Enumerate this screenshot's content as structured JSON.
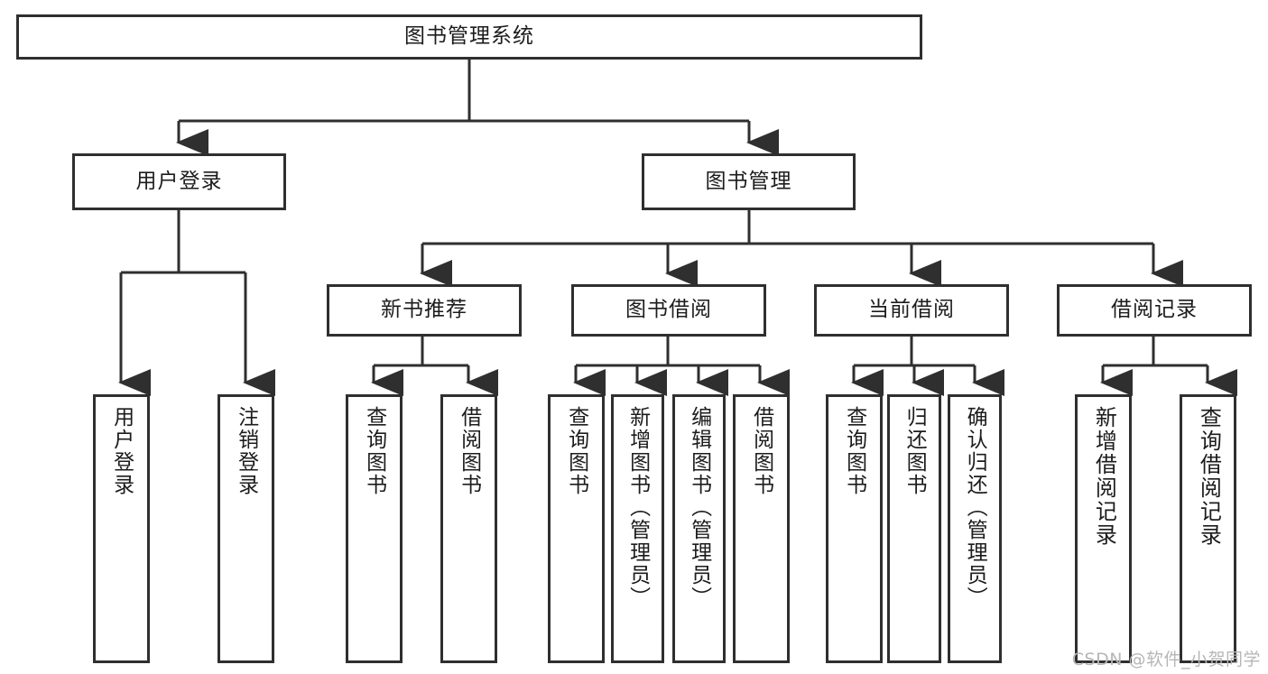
{
  "diagram": {
    "title": "图书管理系统",
    "type": "tree-hierarchy",
    "watermark": "CSDN @软件_小贺同学",
    "colors": {
      "stroke": "#2f2f2f",
      "fill": "#ffffff",
      "text": "#1c1c1c",
      "watermark": "#b6b6b6"
    },
    "root": {
      "label": "图书管理系统"
    },
    "level2": [
      {
        "label": "用户登录"
      },
      {
        "label": "图书管理"
      }
    ],
    "level3": [
      {
        "label": "新书推荐"
      },
      {
        "label": "图书借阅"
      },
      {
        "label": "当前借阅"
      },
      {
        "label": "借阅记录"
      }
    ],
    "leaves": {
      "user_login": [
        {
          "label": "用户登录"
        },
        {
          "label": "注销登录"
        }
      ],
      "new_book": [
        {
          "label": "查询图书"
        },
        {
          "label": "借阅图书"
        }
      ],
      "book_borrow": [
        {
          "label": "查询图书"
        },
        {
          "label": "新增图书（管理员）"
        },
        {
          "label": "编辑图书（管理员）"
        },
        {
          "label": "借阅图书"
        }
      ],
      "current_borrow": [
        {
          "label": "查询图书"
        },
        {
          "label": "归还图书"
        },
        {
          "label": "确认归还（管理员）"
        }
      ],
      "borrow_record": [
        {
          "label": "新增借阅记录"
        },
        {
          "label": "查询借阅记录"
        }
      ]
    }
  }
}
